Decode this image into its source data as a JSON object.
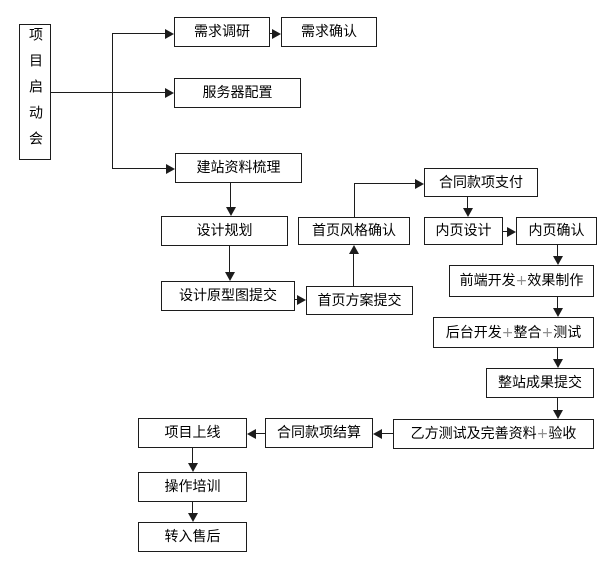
{
  "diagram": {
    "colors": {
      "background": "#ffffff",
      "box_fill": "#ffffff",
      "box_border": "#1c1c1c",
      "text": "#000000",
      "plus_sign": "#909090",
      "connector": "#1c1c1c"
    },
    "nodes": {
      "kickoff": {
        "label": "项目启动会"
      },
      "req_research": {
        "label": "需求调研"
      },
      "req_confirm": {
        "label": "需求确认"
      },
      "server_config": {
        "label": "服务器配置"
      },
      "site_material": {
        "label": "建站资料梳理"
      },
      "design_plan": {
        "label": "设计规划"
      },
      "prototype_submit": {
        "label": "设计原型图提交"
      },
      "homepage_submit": {
        "label": "首页方案提交"
      },
      "homepage_style_confirm": {
        "label": "首页风格确认"
      },
      "contract_pay": {
        "label": "合同款项支付"
      },
      "inner_design": {
        "label": "内页设计"
      },
      "inner_confirm": {
        "label": "内页确认"
      },
      "frontend_dev": {
        "label": "前端开发+效果制作"
      },
      "backend_dev": {
        "label": "后台开发+整合+测试"
      },
      "site_submit": {
        "label": "整站成果提交"
      },
      "partyb_accept": {
        "label": "乙方测试及完善资料+验收"
      },
      "contract_settle": {
        "label": "合同款项结算"
      },
      "launch": {
        "label": "项目上线"
      },
      "training": {
        "label": "操作培训"
      },
      "aftersales": {
        "label": "转入售后"
      }
    },
    "edges": [
      {
        "from": "kickoff",
        "to": "req_research"
      },
      {
        "from": "kickoff",
        "to": "server_config"
      },
      {
        "from": "kickoff",
        "to": "site_material"
      },
      {
        "from": "req_research",
        "to": "req_confirm"
      },
      {
        "from": "site_material",
        "to": "design_plan"
      },
      {
        "from": "design_plan",
        "to": "prototype_submit"
      },
      {
        "from": "prototype_submit",
        "to": "homepage_submit"
      },
      {
        "from": "homepage_submit",
        "to": "homepage_style_confirm"
      },
      {
        "from": "homepage_style_confirm",
        "to": "contract_pay"
      },
      {
        "from": "contract_pay",
        "to": "inner_design"
      },
      {
        "from": "inner_design",
        "to": "inner_confirm"
      },
      {
        "from": "inner_confirm",
        "to": "frontend_dev"
      },
      {
        "from": "frontend_dev",
        "to": "backend_dev"
      },
      {
        "from": "backend_dev",
        "to": "site_submit"
      },
      {
        "from": "site_submit",
        "to": "partyb_accept"
      },
      {
        "from": "partyb_accept",
        "to": "contract_settle"
      },
      {
        "from": "contract_settle",
        "to": "launch"
      },
      {
        "from": "launch",
        "to": "training"
      },
      {
        "from": "training",
        "to": "aftersales"
      }
    ]
  }
}
